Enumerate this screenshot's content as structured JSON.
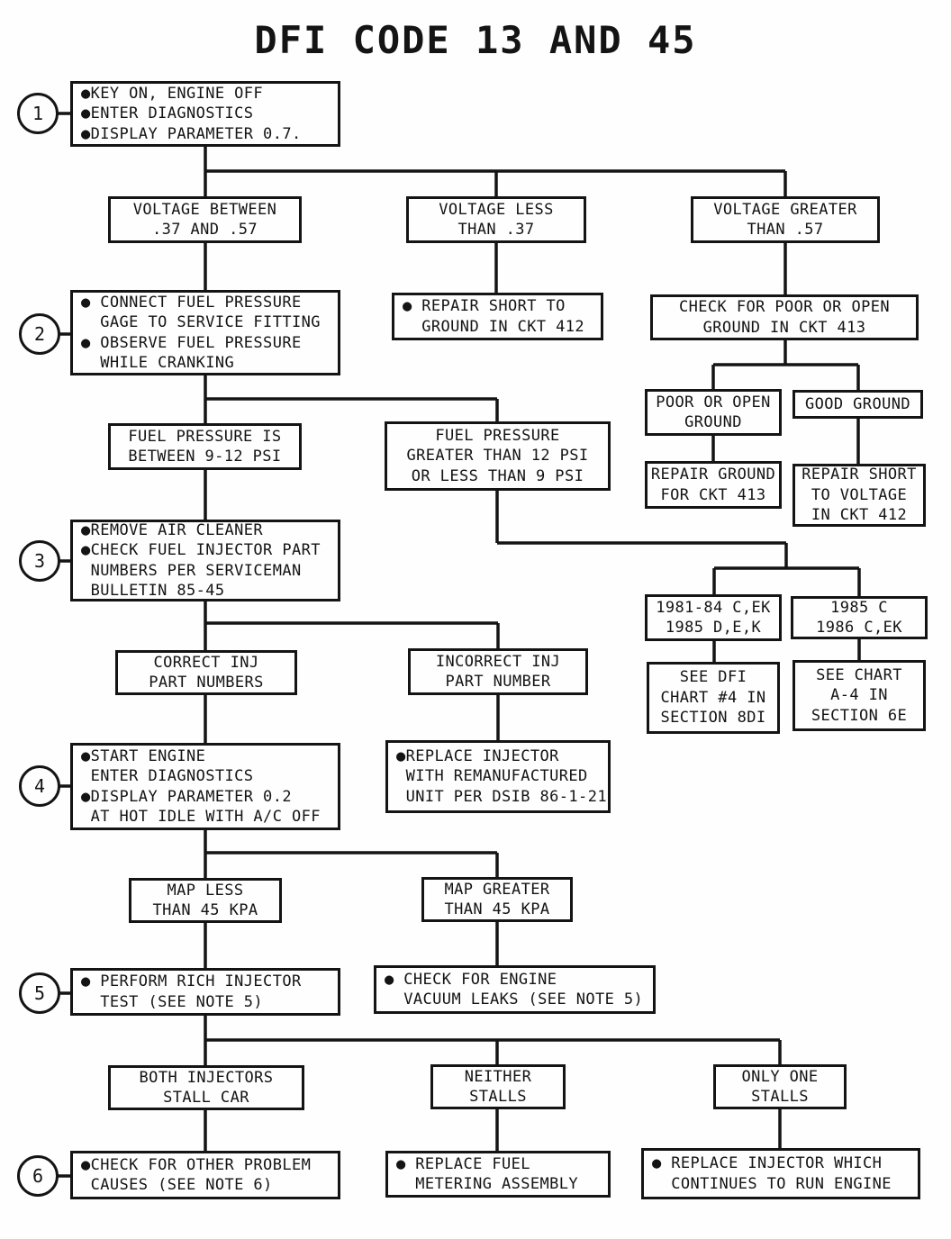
{
  "title": "DFI CODE 13 AND 45",
  "colors": {
    "ink": "#141414",
    "paper": "#fefefe"
  },
  "step_circles": [
    "1",
    "2",
    "3",
    "4",
    "5",
    "6"
  ],
  "nodes": {
    "step1": "●KEY ON, ENGINE OFF\n●ENTER DIAGNOSTICS\n●DISPLAY PARAMETER 0.7.",
    "voltage_between": "VOLTAGE BETWEEN\n.37 AND .57",
    "voltage_less": "VOLTAGE LESS\nTHAN .37",
    "voltage_greater": "VOLTAGE GREATER\nTHAN .57",
    "step2": "● CONNECT FUEL PRESSURE\n  GAGE TO SERVICE FITTING\n● OBSERVE FUEL PRESSURE\n  WHILE CRANKING",
    "repair_short_ground": "● REPAIR SHORT TO\n  GROUND IN CKT 412",
    "check_poor_open": "CHECK FOR POOR OR OPEN\nGROUND IN CKT 413",
    "poor_open_ground": "POOR OR OPEN\nGROUND",
    "good_ground": "GOOD GROUND",
    "repair_ground_413": "REPAIR GROUND\nFOR CKT 413",
    "repair_short_voltage": "REPAIR SHORT\nTO VOLTAGE\nIN CKT 412",
    "fuel_pressure_ok": "FUEL PRESSURE IS\nBETWEEN 9-12 PSI",
    "fuel_pressure_bad": "FUEL PRESSURE\nGREATER THAN 12 PSI\nOR LESS THAN 9 PSI",
    "step3": "●REMOVE AIR CLEANER\n●CHECK FUEL INJECTOR PART\n NUMBERS PER SERVICEMAN\n BULLETIN 85-45",
    "years_early": "1981-84 C,EK\n1985 D,E,K",
    "years_late": "1985 C\n1986 C,EK",
    "see_dfi_chart": "SEE DFI\nCHART #4 IN\nSECTION 8DI",
    "see_chart_a4": "SEE CHART\nA-4 IN\nSECTION 6E",
    "correct_inj": "CORRECT INJ\nPART NUMBERS",
    "incorrect_inj": "INCORRECT INJ\nPART NUMBER",
    "step4": "●START ENGINE\n ENTER DIAGNOSTICS\n●DISPLAY PARAMETER 0.2\n AT HOT IDLE WITH A/C OFF",
    "replace_injector": "●REPLACE INJECTOR\n WITH REMANUFACTURED\n UNIT PER DSIB 86-1-21",
    "map_less": "MAP LESS\nTHAN 45 KPA",
    "map_greater": "MAP GREATER\nTHAN 45 KPA",
    "step5": "● PERFORM RICH INJECTOR\n  TEST (SEE NOTE 5)",
    "check_vacuum": "● CHECK FOR ENGINE\n  VACUUM LEAKS (SEE NOTE 5)",
    "both_stall": "BOTH INJECTORS\nSTALL CAR",
    "neither_stalls": "NEITHER\nSTALLS",
    "only_one_stalls": "ONLY ONE\nSTALLS",
    "step6": "●CHECK FOR OTHER PROBLEM\n CAUSES (SEE NOTE 6)",
    "replace_fuel_metering": "● REPLACE FUEL\n  METERING ASSEMBLY",
    "replace_injector_run": "● REPLACE INJECTOR WHICH\n  CONTINUES TO RUN ENGINE"
  }
}
